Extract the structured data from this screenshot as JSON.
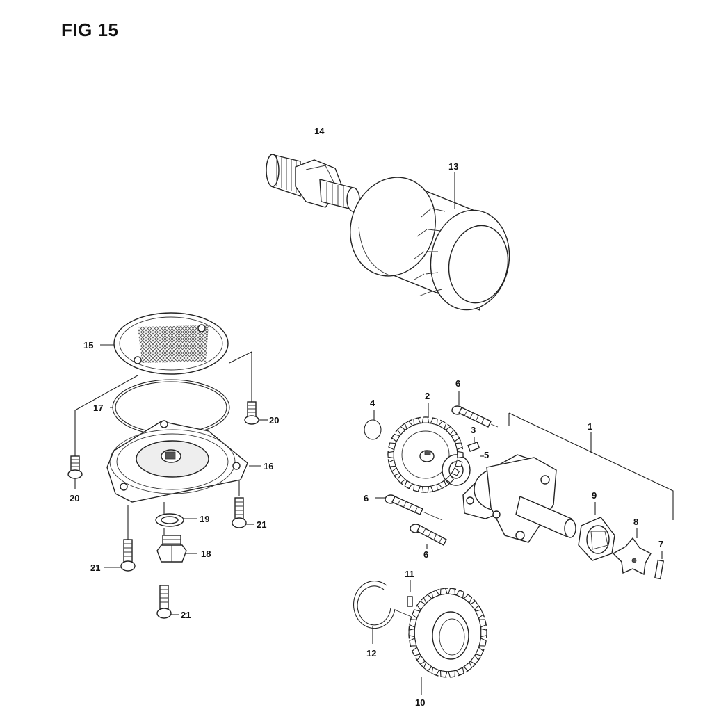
{
  "figure": {
    "title": "FIG 15"
  },
  "callouts": {
    "n1": "1",
    "n2": "2",
    "n3": "3",
    "n4": "4",
    "n5": "5",
    "n6a": "6",
    "n6b": "6",
    "n6c": "6",
    "n7": "7",
    "n8": "8",
    "n9": "9",
    "n10": "10",
    "n11": "11",
    "n12": "12",
    "n13": "13",
    "n14": "14",
    "n15": "15",
    "n16": "16",
    "n17": "17",
    "n18": "18",
    "n19": "19",
    "n20a": "20",
    "n20b": "20",
    "n21a": "21",
    "n21b": "21",
    "n21c": "21"
  }
}
